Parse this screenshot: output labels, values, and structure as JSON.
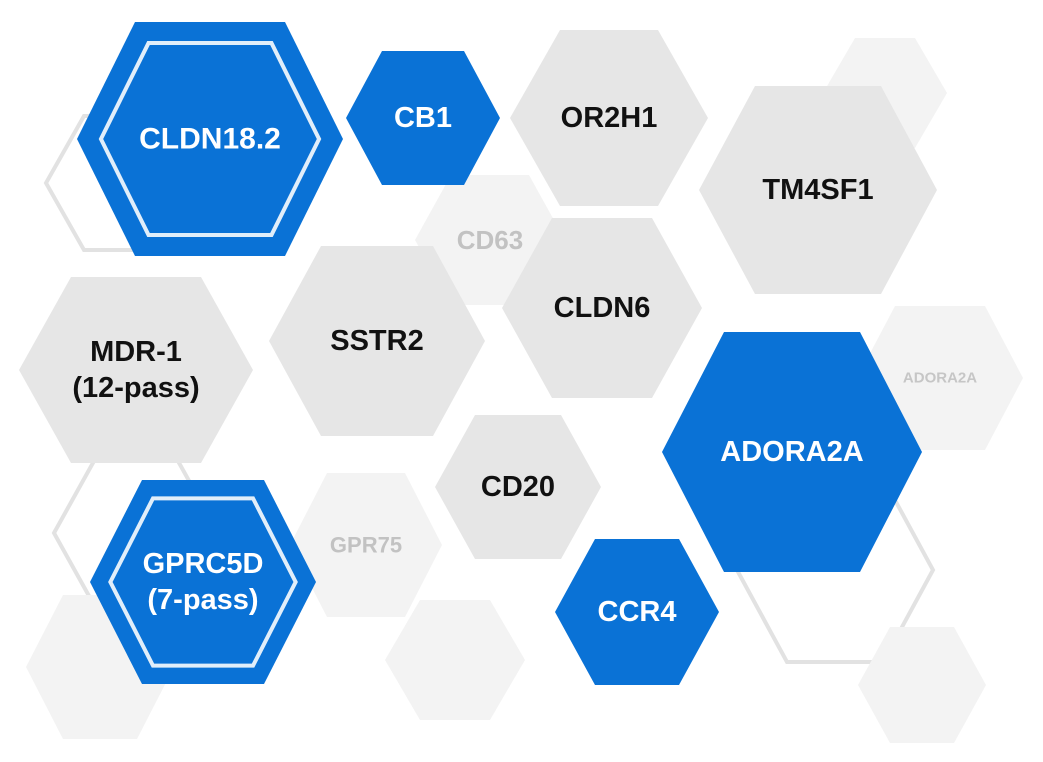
{
  "colors": {
    "blue": "#0a72d6",
    "gray": "#e6e6e6",
    "light_gray": "#f3f3f3",
    "outline_gray": "#e2e2e2",
    "label_dark": "#111111",
    "label_white": "#ffffff",
    "label_faint": "#c2c2c2",
    "label_faint_small": "#c6c6c6"
  },
  "hexagons": [
    {
      "id": "cldn18-2",
      "lines": [
        "CLDN18.2"
      ],
      "style": "blue",
      "inner_ring": true
    },
    {
      "id": "cb1",
      "lines": [
        "CB1"
      ],
      "style": "blue"
    },
    {
      "id": "or2h1",
      "lines": [
        "OR2H1"
      ],
      "style": "gray"
    },
    {
      "id": "tm4sf1",
      "lines": [
        "TM4SF1"
      ],
      "style": "gray"
    },
    {
      "id": "cd63",
      "lines": [
        "CD63"
      ],
      "style": "faint"
    },
    {
      "id": "cldn6",
      "lines": [
        "CLDN6"
      ],
      "style": "gray"
    },
    {
      "id": "mdr-1",
      "lines": [
        "MDR-1",
        "(12-pass)"
      ],
      "style": "gray"
    },
    {
      "id": "sstr2",
      "lines": [
        "SSTR2"
      ],
      "style": "gray"
    },
    {
      "id": "adora2a-small",
      "lines": [
        "ADORA2A"
      ],
      "style": "faint"
    },
    {
      "id": "adora2a",
      "lines": [
        "ADORA2A"
      ],
      "style": "blue"
    },
    {
      "id": "cd20",
      "lines": [
        "CD20"
      ],
      "style": "gray"
    },
    {
      "id": "gprc5d",
      "lines": [
        "GPRC5D",
        "(7-pass)"
      ],
      "style": "blue",
      "inner_ring": true
    },
    {
      "id": "gpr75",
      "lines": [
        "GPR75"
      ],
      "style": "faint"
    },
    {
      "id": "ccr4",
      "lines": [
        "CCR4"
      ],
      "style": "blue"
    }
  ]
}
